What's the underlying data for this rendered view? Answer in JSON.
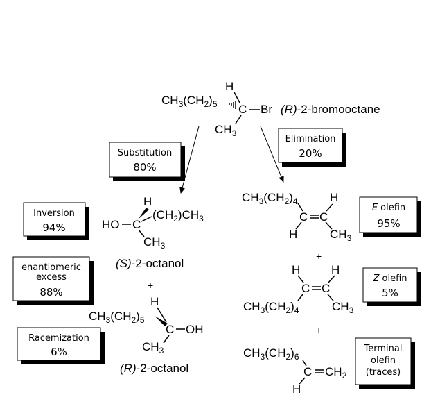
{
  "start": {
    "chain": "CH3(CH2)5",
    "h": "H",
    "c": "C",
    "br": "Br",
    "ch3": "CH3",
    "name_prefix": "(R)",
    "name_suffix": "-2-bromooctane"
  },
  "boxes": {
    "substitution": {
      "title": "Substitution",
      "value": "80%"
    },
    "elimination": {
      "title": "Elimination",
      "value": "20%"
    },
    "inversion": {
      "title": "Inversion",
      "value": "94%"
    },
    "ee": {
      "title_1": "enantiomeric",
      "title_2": "excess",
      "value": "88%"
    },
    "racemization": {
      "title": "Racemization",
      "value": "6%"
    },
    "e_olefin": {
      "letter": "E",
      "rest": " olefin",
      "value": "95%"
    },
    "z_olefin": {
      "letter": "Z",
      "rest": " olefin",
      "value": "5%"
    },
    "terminal": {
      "line1": "Terminal",
      "line2": "olefin",
      "line3": "(traces)"
    }
  },
  "s_octanol": {
    "ho": "HO",
    "c": "C",
    "h": "H",
    "chain": "(CH2)CH3",
    "ch3": "CH3",
    "name_prefix": "(S)",
    "name_suffix": "-2-octanol"
  },
  "r_octanol": {
    "chain": "CH3(CH2)5",
    "h": "H",
    "c": "C",
    "oh": "OH",
    "ch3": "CH3",
    "name_prefix": "(R)",
    "name_suffix": "-2-octanol"
  },
  "e_alkene": {
    "chain": "CH3(CH2)4",
    "h": "H",
    "c1": "C",
    "c2": "C",
    "ch3": "CH3"
  },
  "z_alkene": {
    "h1": "H",
    "h2": "H",
    "c1": "C",
    "c2": "C",
    "chain": "CH3(CH2)4",
    "ch3": "CH3"
  },
  "terminal_alkene": {
    "chain": "CH3(CH2)6",
    "c": "C",
    "ch2": "CH2",
    "h": "H"
  },
  "plus": "+"
}
